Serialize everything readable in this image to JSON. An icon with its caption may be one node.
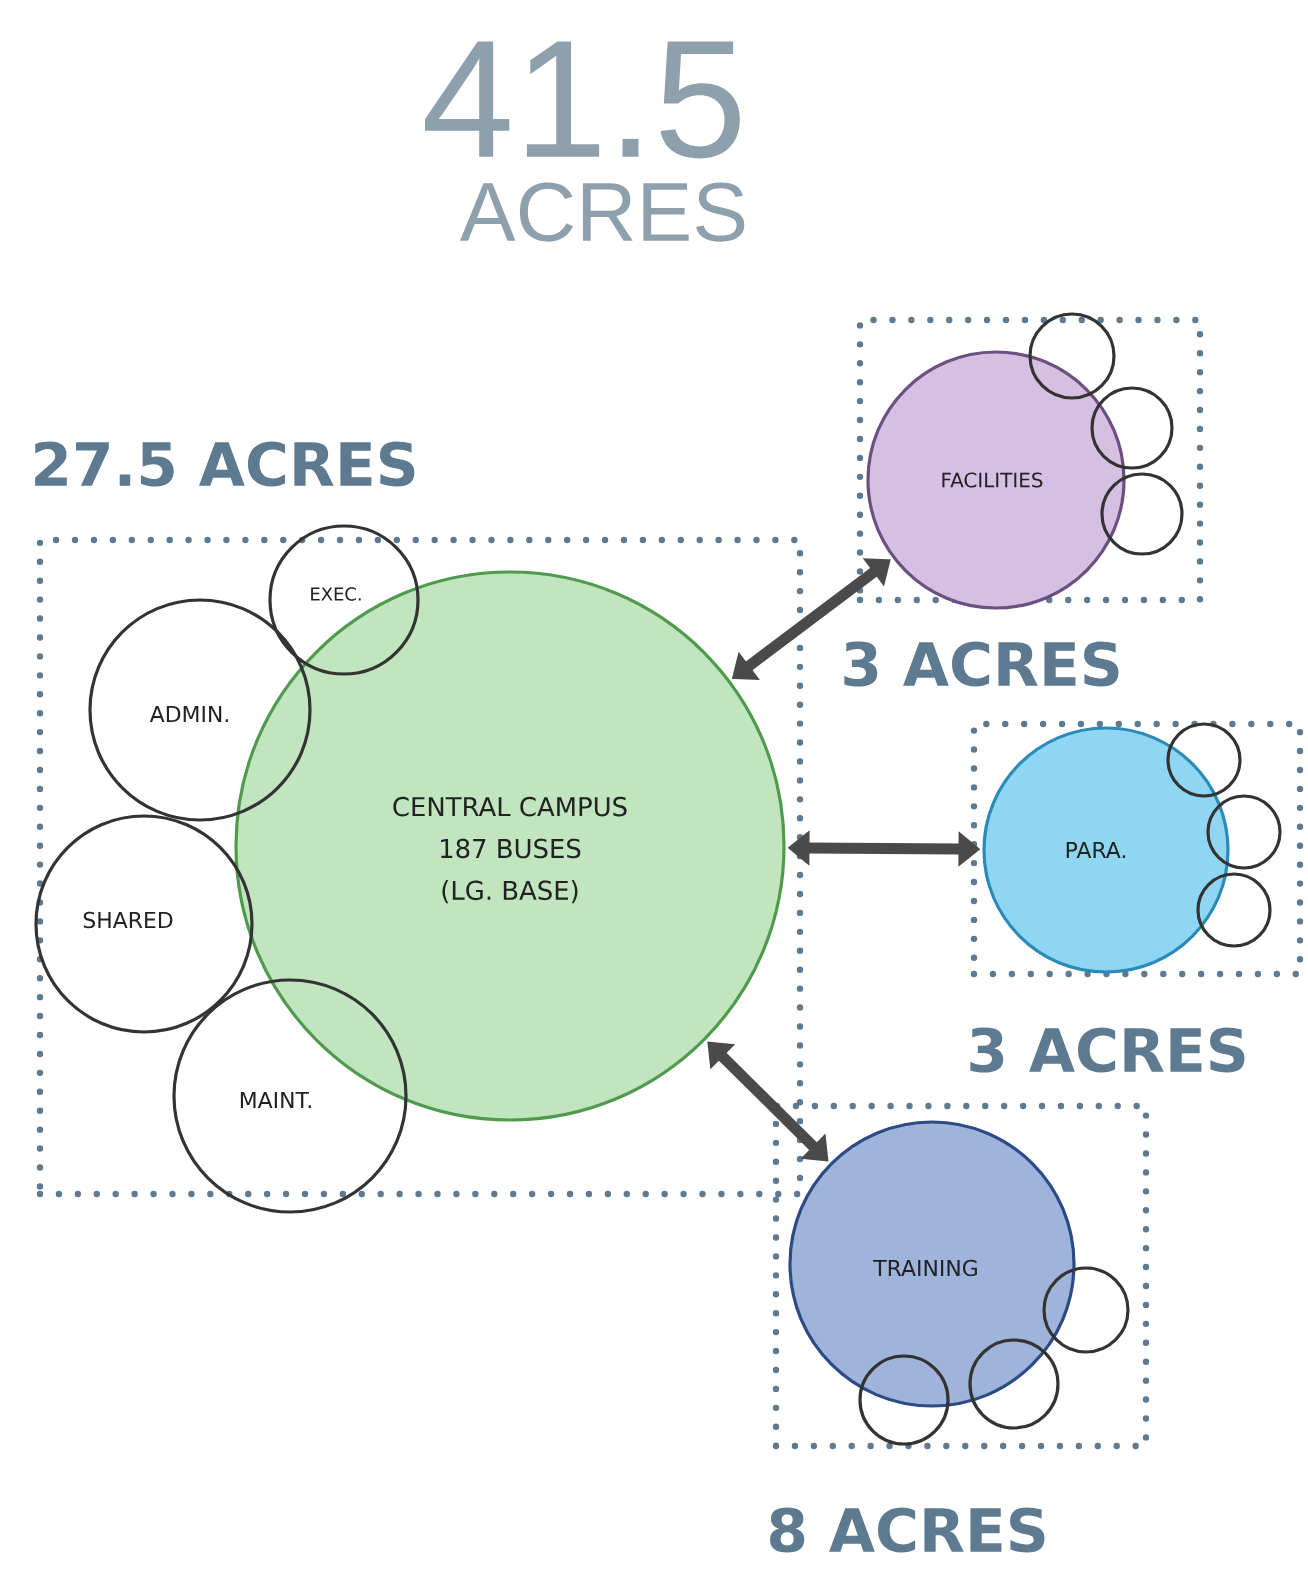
{
  "diagram": {
    "title": "41.5",
    "nodes": [
      {
        "text": [
          "27.5 ACRES"
        ]
      },
      {
        "text": [
          "CENTRAL CAMPUS",
          "187 BUSES",
          "(LG. BASE)"
        ],
        "in": 0
      },
      {
        "text": [
          "EXEC."
        ],
        "in": 0
      },
      {
        "text": [
          "ADMIN."
        ],
        "in": 0
      },
      {
        "text": [
          "SHARED"
        ],
        "in": 0
      },
      {
        "text": [
          "MAINT."
        ],
        "in": 0
      },
      {
        "text": [
          "3 ACRES"
        ]
      },
      {
        "text": [
          "FACILITIES"
        ],
        "in": 6
      },
      {
        "text": [],
        "shape": "circle",
        "in": 6
      },
      {
        "text": [],
        "shape": "circle",
        "in": 6
      },
      {
        "text": [],
        "shape": "circle",
        "in": 6
      },
      {
        "text": [
          "3 ACRES"
        ]
      },
      {
        "text": [
          "PARA."
        ],
        "in": 11
      },
      {
        "text": [],
        "shape": "circle",
        "in": 11
      },
      {
        "text": [],
        "shape": "circle",
        "in": 11
      },
      {
        "text": [],
        "shape": "circle",
        "in": 11
      },
      {
        "text": [
          "8 ACRES"
        ]
      },
      {
        "text": [
          "TRAINING"
        ],
        "in": 16
      },
      {
        "text": [],
        "shape": "circle",
        "in": 16
      },
      {
        "text": [],
        "shape": "circle",
        "in": 16
      },
      {
        "text": [],
        "shape": "circle",
        "in": 16
      }
    ],
    "edges": [
      {
        "from": 1,
        "to": 7,
        "arrow": "both"
      },
      {
        "from": 1,
        "to": 12,
        "arrow": "both"
      },
      {
        "from": 1,
        "to": 17,
        "arrow": "both"
      }
    ],
    "labels": [
      "ACRES"
    ]
  }
}
